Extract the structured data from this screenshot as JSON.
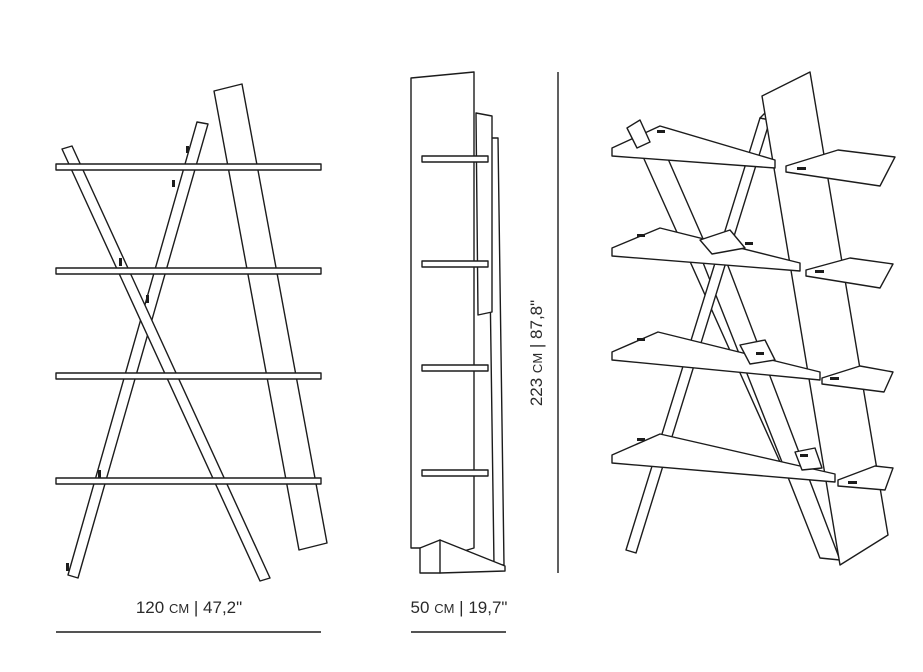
{
  "dimensions": {
    "width": {
      "value": "120",
      "unit": "CM",
      "imperial": "47,2\""
    },
    "depth": {
      "value": "50",
      "unit": "CM",
      "imperial": "19,7\""
    },
    "height": {
      "value": "223",
      "unit": "CM",
      "imperial": "87,8\""
    }
  },
  "colors": {
    "line": "#1c1c1c",
    "background": "#ffffff"
  }
}
